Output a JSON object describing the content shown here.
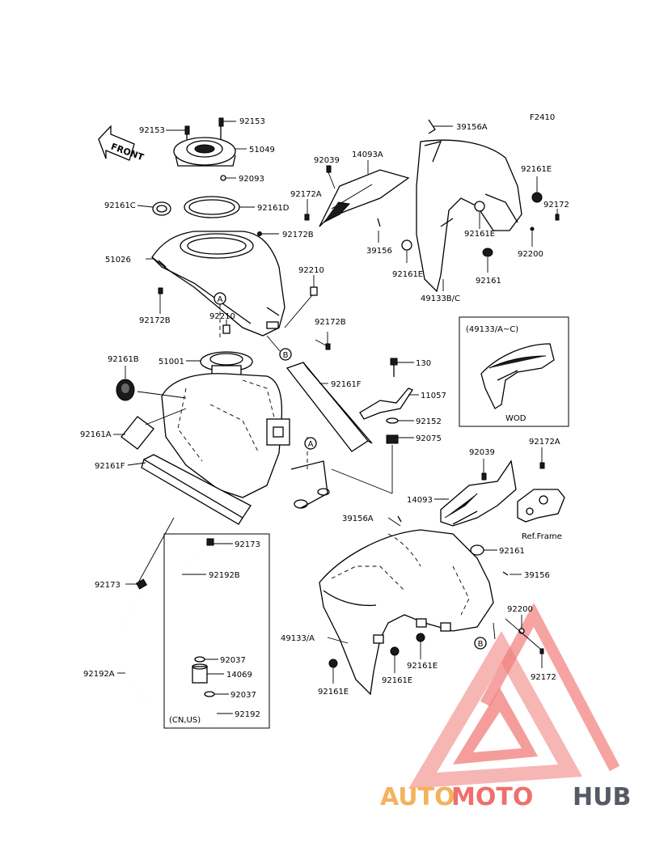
{
  "figure_code": "F2410",
  "front_label": "FRONT",
  "callouts": {
    "92153_left": "92153",
    "92153_right": "92153",
    "51049": "51049",
    "92093": "92093",
    "92161C": "92161C",
    "92161D": "92161D",
    "92172B_top": "92172B",
    "51026": "51026",
    "92210_right": "92210",
    "92172B_left": "92172B",
    "92210_mid": "92210",
    "92172B_mid": "92172B",
    "51001": "51001",
    "92161B": "92161B",
    "92161F_top": "92161F",
    "92161A": "92161A",
    "92161F_left": "92161F",
    "92173_left": "92173",
    "92192A": "92192A",
    "39156A_top": "39156A",
    "14093A": "14093A",
    "92039_top": "92039",
    "92172A_top": "92172A",
    "39156_top": "39156",
    "92161E_top": "92161E",
    "92172_top": "92172",
    "92161E_mid": "92161E",
    "92200_top": "92200",
    "92161E_left": "92161E",
    "92161_top": "92161",
    "49133BC": "49133B/C",
    "130": "130",
    "11057": "11057",
    "92152": "92152",
    "92075": "92075",
    "92039_mid": "92039",
    "92172A_mid": "92172A",
    "14093": "14093",
    "39156A_mid": "39156A",
    "ref_frame": "Ref.Frame",
    "92161_mid": "92161",
    "39156_mid": "39156",
    "92200_mid": "92200",
    "49133A": "49133/A",
    "92161E_b1": "92161E",
    "92161E_b2": "92161E",
    "92161E_b3": "92161E",
    "92172_mid": "92172",
    "92173_box": "92173",
    "92192B": "92192B",
    "92037_top": "92037",
    "14069": "14069",
    "92037_bot": "92037",
    "92192": "92192"
  },
  "inset_title": "(49133/A~C)",
  "inset_note": "WOD",
  "box_note": "(CN,US)",
  "ref_a": "A",
  "ref_b": "B",
  "watermark": {
    "part1": "AUTO",
    "part2": "MOTO",
    "part3": "HUB",
    "color_auto": "#f4b25c",
    "color_moto": "#ef6f6c",
    "color_hub": "#555a66"
  }
}
